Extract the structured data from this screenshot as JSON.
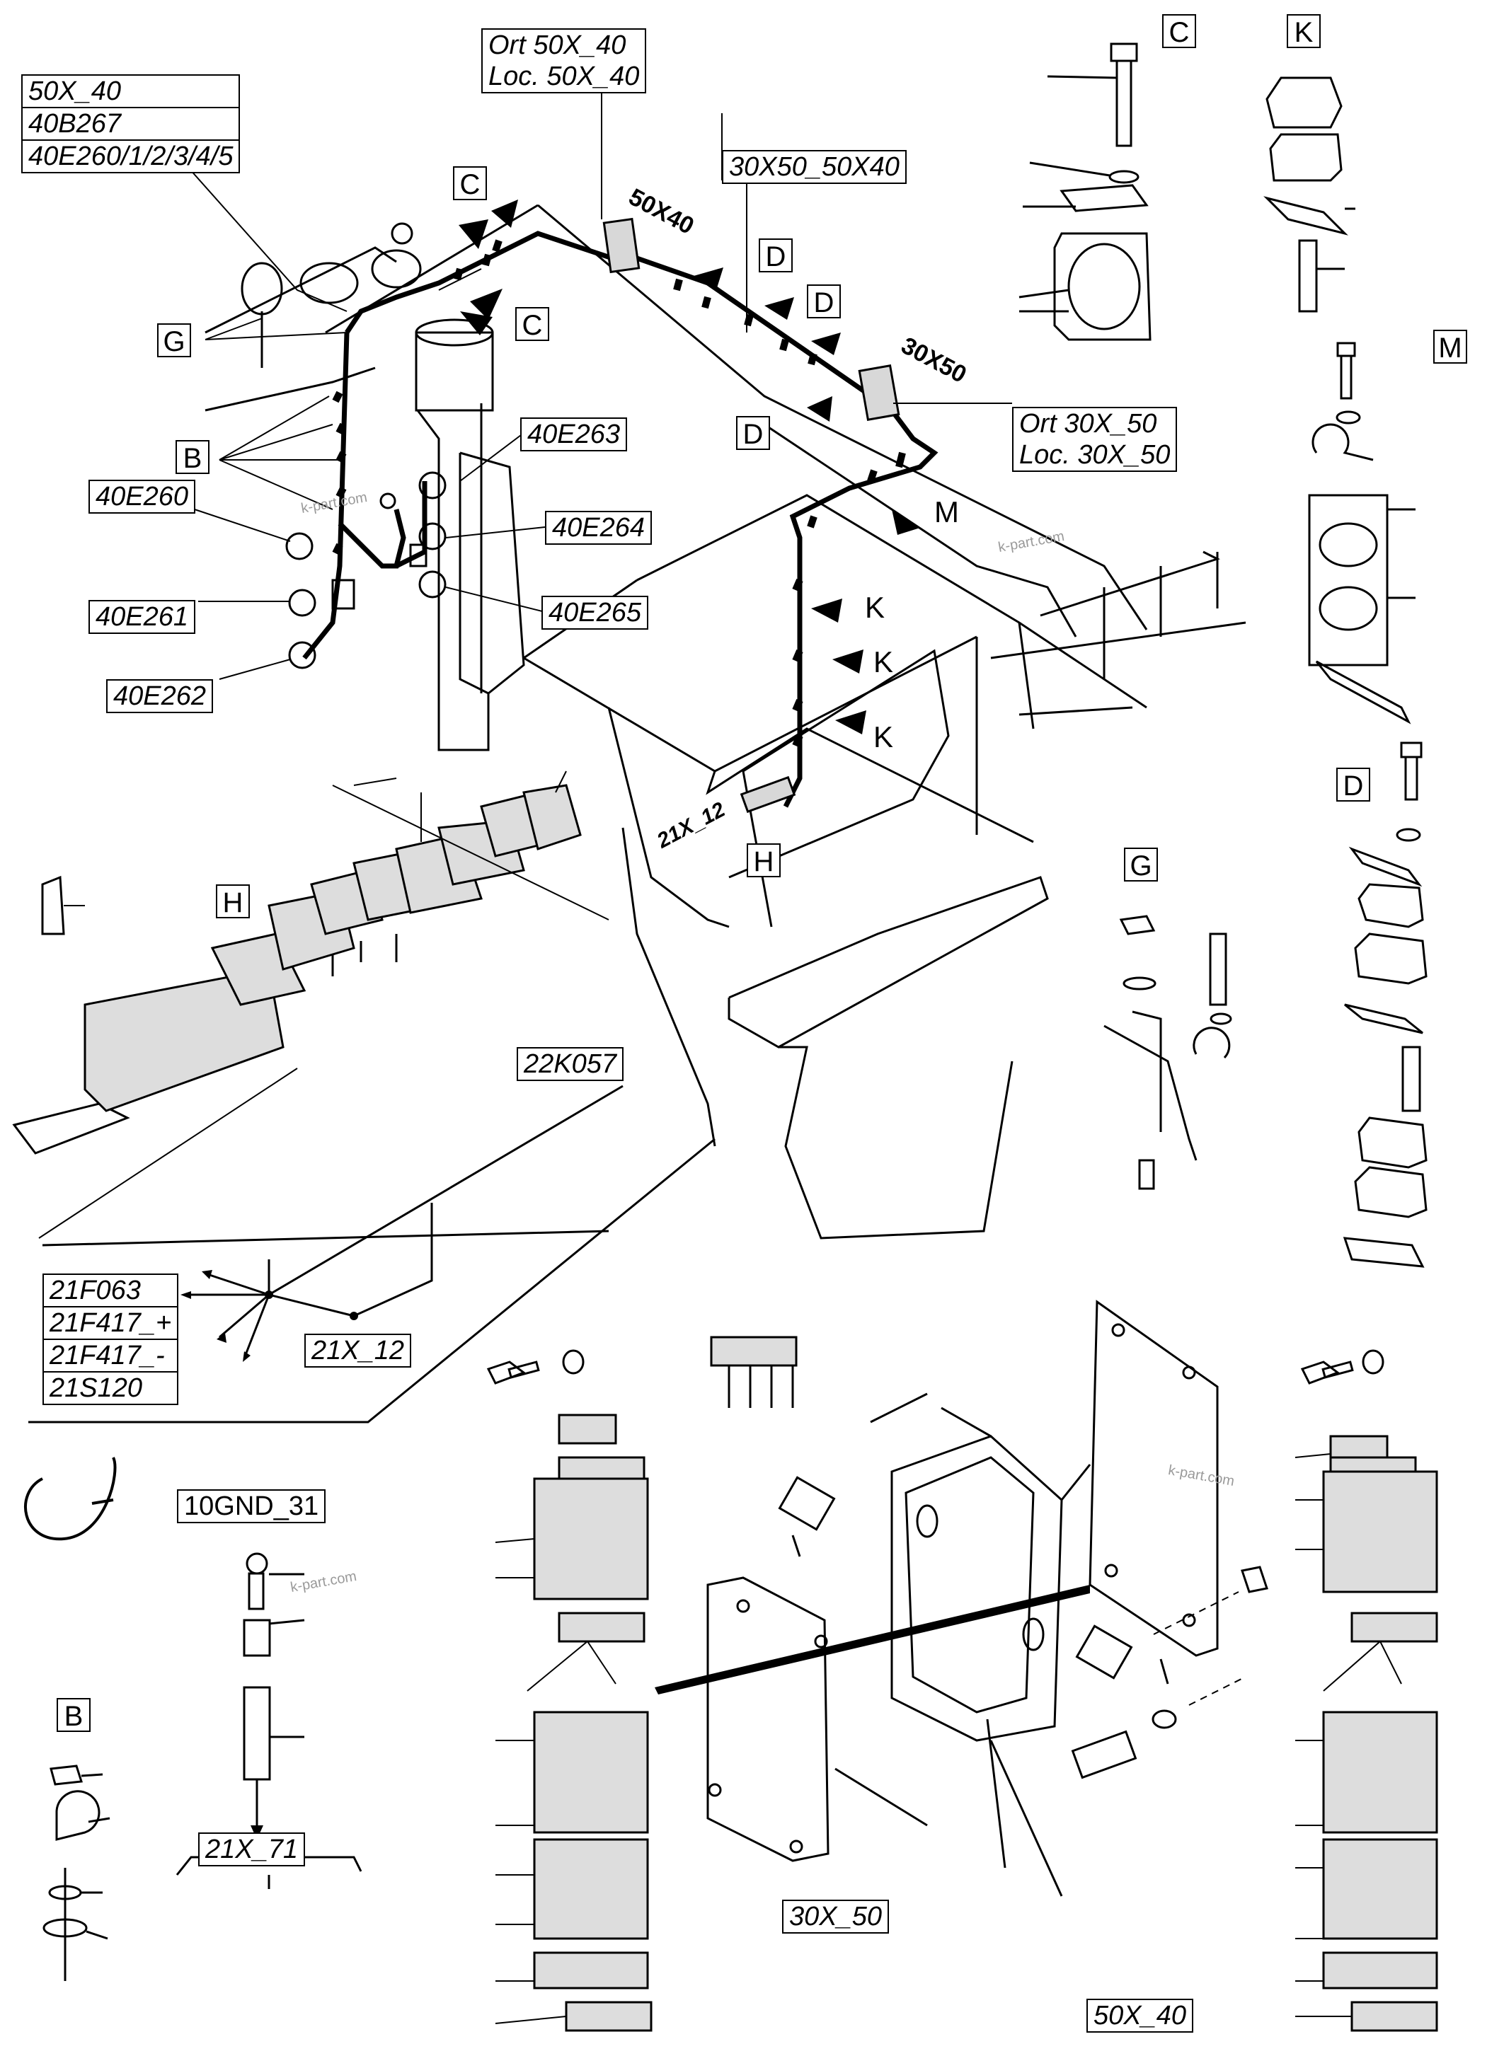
{
  "diagram": {
    "wm": "k-part.com",
    "callouts": {
      "c50x40_loc": [
        "Ort 50X_40",
        "Loc. 50X_40"
      ],
      "c30x50_loc": [
        "Ort 30X_50",
        "Loc. 30X_50"
      ],
      "c_stack_top": [
        "50X_40",
        "40B267",
        "40E260/1/2/3/4/5"
      ],
      "c_route": "30X50_50X40",
      "e263": "40E263",
      "e264": "40E264",
      "e265": "40E265",
      "e260": "40E260",
      "e261": "40E261",
      "e262": "40E262",
      "k057": "22K057",
      "f_stack": [
        "21F063",
        "21F417_+",
        "21F417_-",
        "21S120"
      ],
      "x12": "21X_12",
      "gnd": "10GND_31",
      "x71": "21X_71",
      "x30x50": "30X_50",
      "x50x40": "50X_40"
    },
    "tags": {
      "box50x40": "50X40",
      "box30x50": "30X50",
      "term": "21X_12"
    },
    "letters": {
      "C": "C",
      "D": "D",
      "G": "G",
      "B": "B",
      "H": "H",
      "K": "K",
      "M": "M"
    }
  }
}
